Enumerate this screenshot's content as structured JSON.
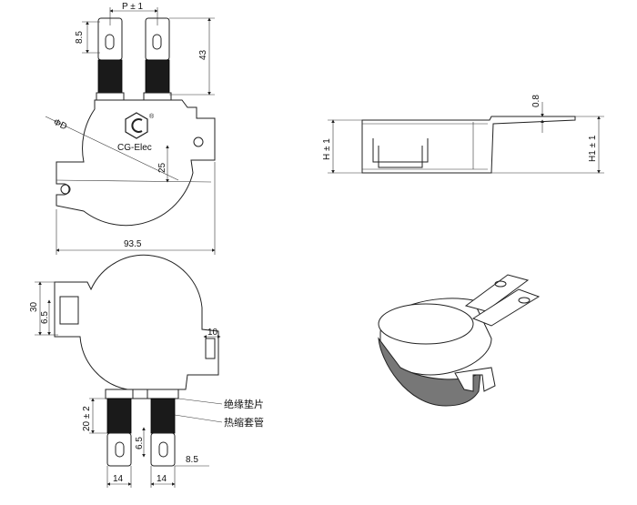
{
  "brand": {
    "logo_text": "CG-Elec",
    "registered_mark": "®"
  },
  "dimensions": {
    "pitch": "P ± 1",
    "lug_length": "8.5",
    "lead_length": "43",
    "diameter": "ΦD",
    "offset": "25",
    "width": "93.5",
    "height": "H ± 1",
    "thickness": "0.8",
    "height1": "H1 ± 1",
    "bottom_height": "30",
    "bottom_offset": "6.5",
    "tab_width": "10",
    "sleeve_length": "20 ± 2",
    "hole_offset": "6.5",
    "hole_spacing": "8.5",
    "lug_width_left": "14",
    "lug_width_right": "14"
  },
  "labels": {
    "insulation_pad": "绝缘垫片",
    "heat_shrink_tube": "热缩套管"
  }
}
